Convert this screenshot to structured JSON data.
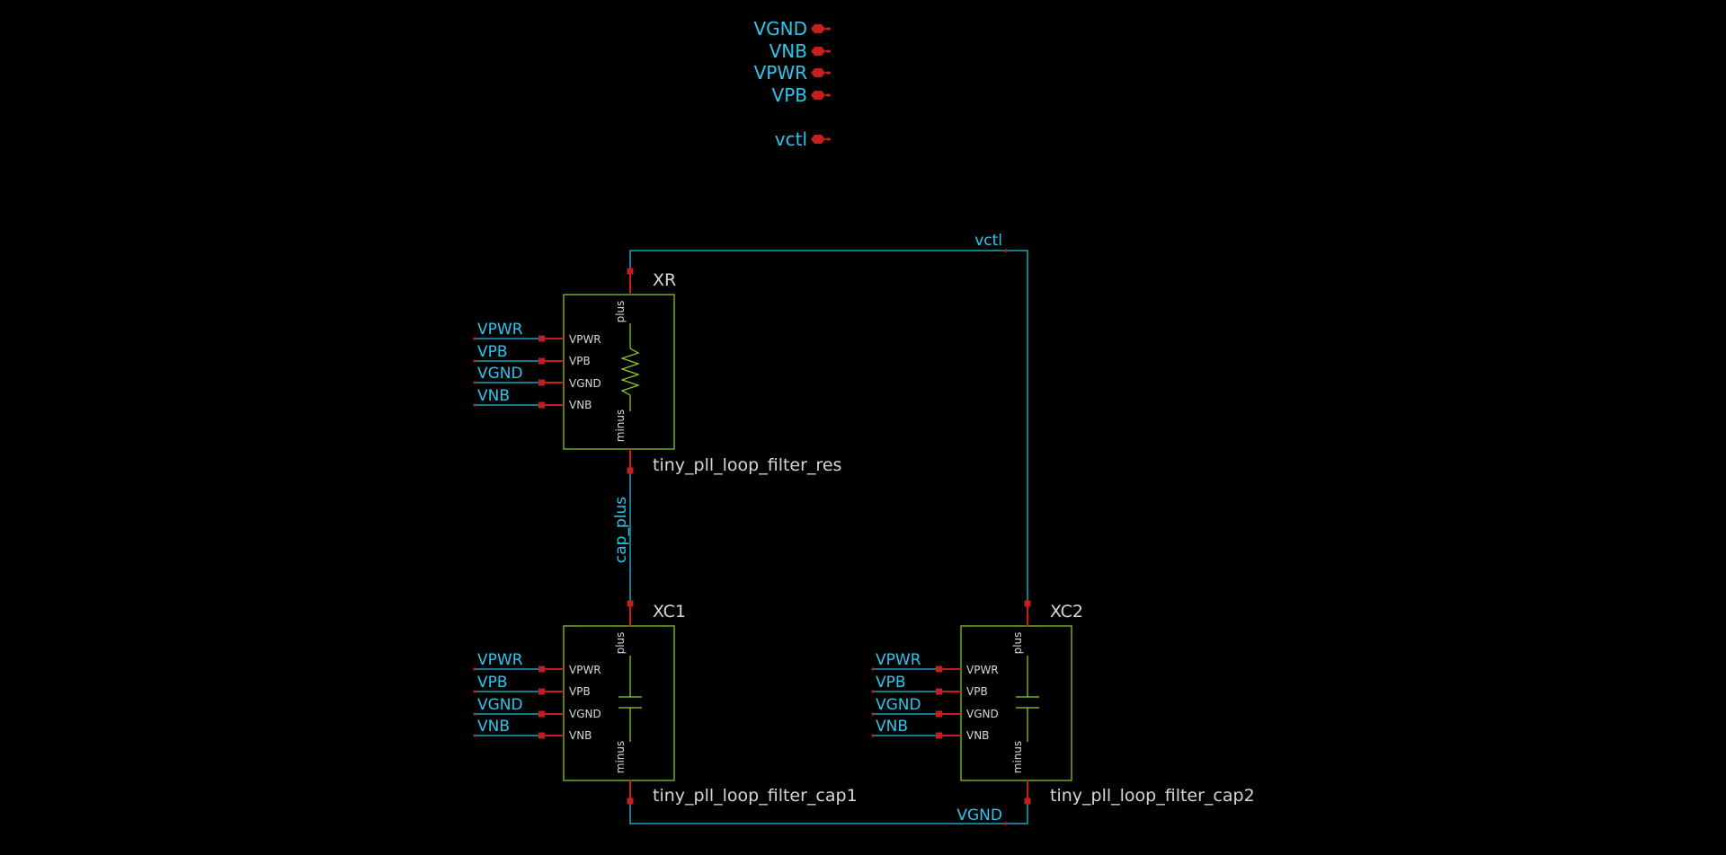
{
  "colors": {
    "background": "#000000",
    "wire": "#1aa3bf",
    "net_label": "#2ec6ee",
    "symbol_outline": "#8fd22a",
    "pin_stub": "#c41e1e",
    "pin_label": "#d8d8d8",
    "instance_label": "#d6d6d6"
  },
  "ports": [
    {
      "label": "VGND"
    },
    {
      "label": "VNB"
    },
    {
      "label": "VPWR"
    },
    {
      "label": "VPB"
    },
    {
      "label": "vctl"
    }
  ],
  "net_labels": {
    "top": "vctl",
    "middle": "cap_plus",
    "bottom": "VGND"
  },
  "instances": {
    "xr": {
      "name": "XR",
      "symbol": "tiny_pll_loop_filter_res",
      "device": "resistor-icon",
      "pins_left": [
        "VPWR",
        "VPB",
        "VGND",
        "VNB"
      ],
      "pin_top": "plus",
      "pin_bottom": "minus",
      "nets_left": [
        "VPWR",
        "VPB",
        "VGND",
        "VNB"
      ]
    },
    "xc1": {
      "name": "XC1",
      "symbol": "tiny_pll_loop_filter_cap1",
      "device": "capacitor-icon",
      "pins_left": [
        "VPWR",
        "VPB",
        "VGND",
        "VNB"
      ],
      "pin_top": "plus",
      "pin_bottom": "minus",
      "nets_left": [
        "VPWR",
        "VPB",
        "VGND",
        "VNB"
      ]
    },
    "xc2": {
      "name": "XC2",
      "symbol": "tiny_pll_loop_filter_cap2",
      "device": "capacitor-icon",
      "pins_left": [
        "VPWR",
        "VPB",
        "VGND",
        "VNB"
      ],
      "pin_top": "plus",
      "pin_bottom": "minus",
      "nets_left": [
        "VPWR",
        "VPB",
        "VGND",
        "VNB"
      ]
    }
  }
}
